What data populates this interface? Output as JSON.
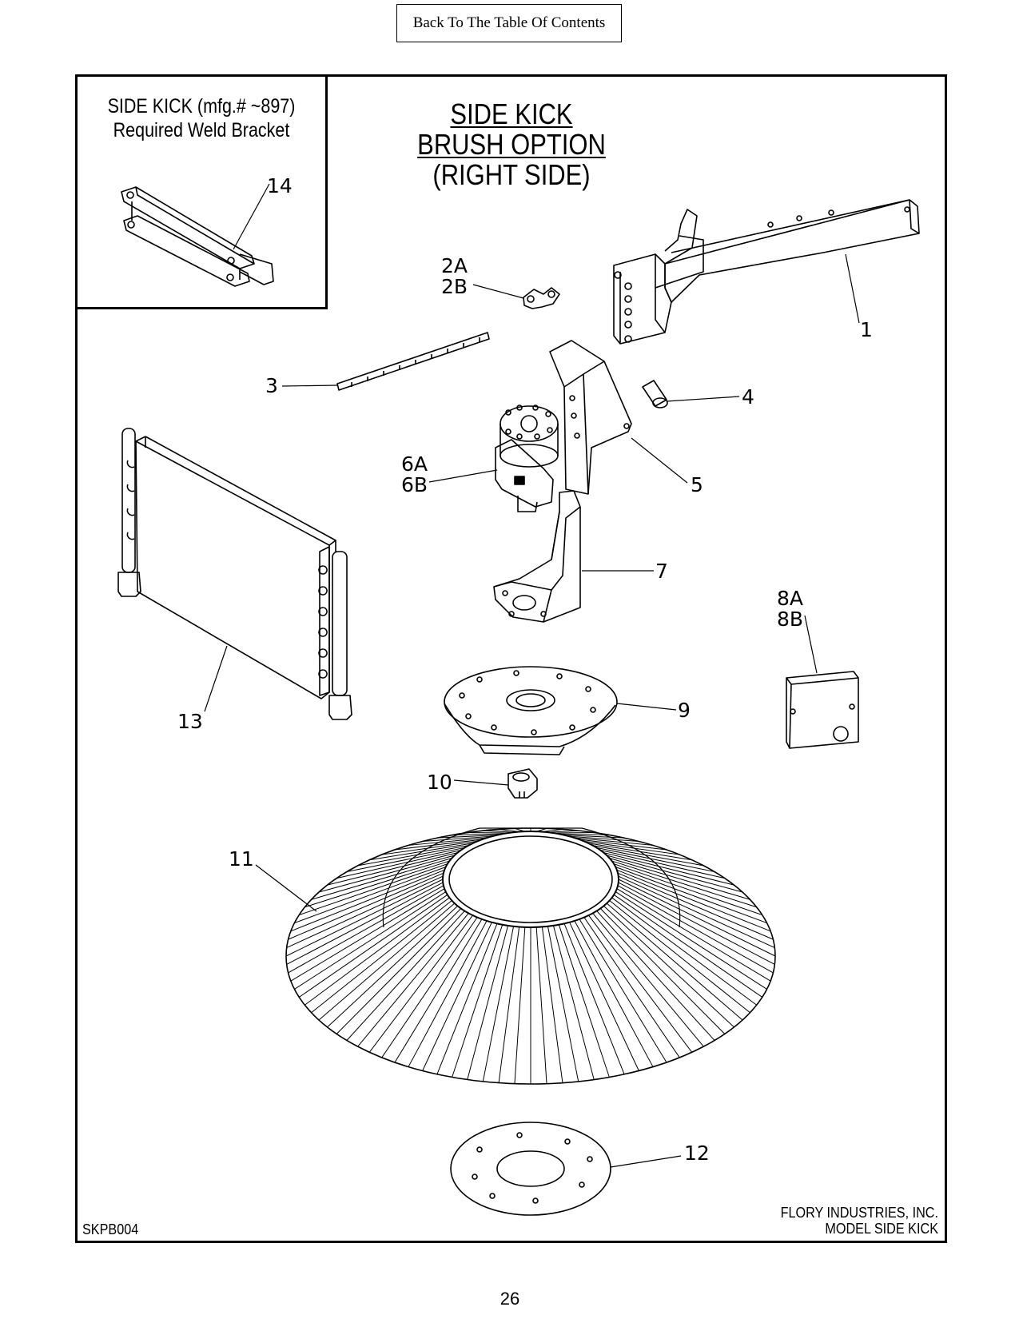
{
  "toc_link": "Back To The Table Of Contents",
  "inset": {
    "line1": "SIDE KICK (mfg.# ~897)",
    "line2": "Required Weld Bracket"
  },
  "title": {
    "line1": "SIDE KICK",
    "line2": "BRUSH OPTION",
    "line3": "(RIGHT SIDE)"
  },
  "callouts": {
    "c1": "1",
    "c2": "2A\n2B",
    "c3": "3",
    "c4": "4",
    "c5": "5",
    "c6": "6A\n6B",
    "c7": "7",
    "c8": "8A\n8B",
    "c9": "9",
    "c10": "10",
    "c11": "11",
    "c12": "12",
    "c13": "13",
    "c14": "14"
  },
  "footer": {
    "drawing_no": "SKPB004",
    "company": "FLORY INDUSTRIES, INC.",
    "model": "MODEL SIDE KICK"
  },
  "page_number": "26"
}
